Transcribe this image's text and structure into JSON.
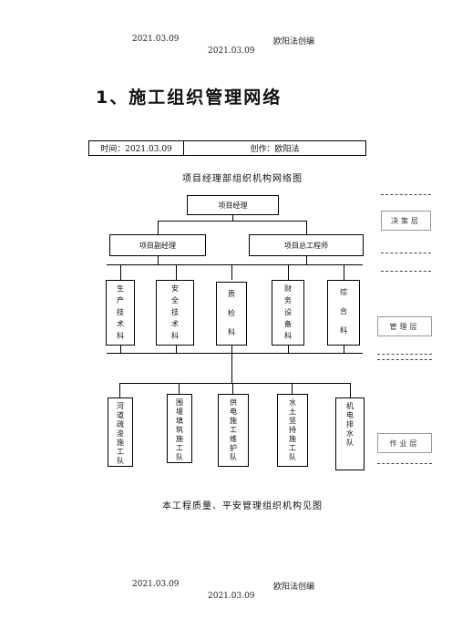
{
  "header": {
    "date": "2021.03.09",
    "author": "欧阳法创编",
    "date2": "2021.03.09"
  },
  "title": "1、施工组织管理网络",
  "info": {
    "time": "时间：2021.03.09",
    "creator": "创作：欧阳法"
  },
  "chart_title": "项目经理部组织机构网络图",
  "org": {
    "manager": "项目经理",
    "deputy": "项目副经理",
    "chief_engineer": "项目总工程师",
    "departments": [
      "生产技术科",
      "安全技术科",
      "质检科",
      "财务设备科",
      "综合科"
    ],
    "teams": [
      "河道疏浚施工队",
      "围堰填筑施工队",
      "供电施工维护队",
      "水土坚持施工队",
      "机电排水队"
    ]
  },
  "layers": {
    "decision": "决策层",
    "management": "管理层",
    "operation": "作业层"
  },
  "caption": "本工程质量、平安管理组织机构见图",
  "footer": {
    "date": "2021.03.09",
    "author": "欧阳法创编",
    "date2": "2021.03.09"
  }
}
